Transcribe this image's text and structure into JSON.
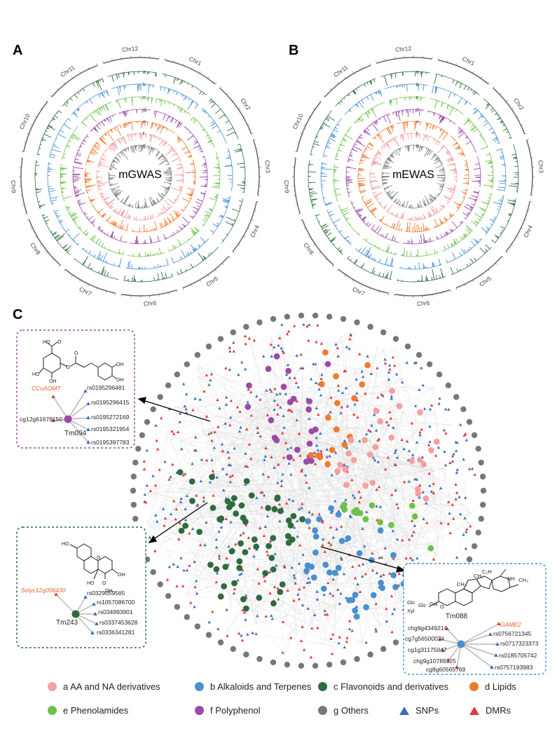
{
  "panels": {
    "a": {
      "letter": "A",
      "center_label": "mGWAS"
    },
    "b": {
      "letter": "B",
      "center_label": "mEWAS"
    },
    "c": {
      "letter": "C"
    }
  },
  "chromosomes": [
    "Chr1",
    "Chr2",
    "Chr3",
    "Chr4",
    "Chr5",
    "Chr6",
    "Chr7",
    "Chr8",
    "Chr9",
    "Chr10",
    "Chr11",
    "Chr12"
  ],
  "track_letters": [
    "a",
    "b",
    "c",
    "d",
    "e",
    "f",
    "g"
  ],
  "colors": {
    "a": "#f4a0a0",
    "b": "#4a90d0",
    "c": "#2e6b3e",
    "d": "#f07a30",
    "e": "#6cc24a",
    "f": "#9b4aa8",
    "g": "#777777",
    "snp": "#3a6fc0",
    "dmr": "#e03a3a",
    "track_order": [
      "#2e6b3e",
      "#4a90d0",
      "#6cc24a",
      "#9b4aa8",
      "#f07a30",
      "#f4a0a0",
      "#888888"
    ]
  },
  "insets": {
    "tm094": {
      "node": "Tm094",
      "gene": "CCoAOMT",
      "dmr": "cg12g61678150",
      "snps": [
        "rs0195296481",
        "rs0195296415",
        "rs0195272169",
        "rs0195321954",
        "rs0195397783"
      ]
    },
    "tm243": {
      "node": "Tm243",
      "gene": "Solyc12g006430",
      "snps": [
        "rs0329059565",
        "rs1057086700",
        "rs03499390​1",
        "rs0337453628",
        "rs0336341281"
      ]
    },
    "tm088": {
      "node": "Tm088",
      "gene": "GAME2",
      "dmrs": [
        "chg9g4349214",
        "cg7g56500024",
        "cg1g31175047",
        "chg9g10789125",
        "cg8g60565769"
      ],
      "snps": [
        "rs0756721345",
        "rs0717323373",
        "rs0185705742",
        "rs0757193983"
      ],
      "molecule_text": [
        "Glc",
        "Xyl",
        "Glc",
        "Gal",
        "O",
        "CH₃",
        "CH₃",
        "CH₃",
        "NH",
        "C₂H"
      ]
    }
  },
  "legend": [
    {
      "key": "a",
      "label": "a  AA and NA derivatives",
      "color": "#f4a0a0",
      "shape": "dot"
    },
    {
      "key": "b",
      "label": "b  Alkaloids and Terpenes",
      "color": "#4a90d0",
      "shape": "dot"
    },
    {
      "key": "c",
      "label": "c  Flavonoids and derivatives",
      "color": "#2e6b3e",
      "shape": "dot"
    },
    {
      "key": "d",
      "label": "d  Lipids",
      "color": "#f07a30",
      "shape": "dot"
    },
    {
      "key": "e",
      "label": "e  Phenolamides",
      "color": "#6cc24a",
      "shape": "dot"
    },
    {
      "key": "f",
      "label": "f  Polyphenol",
      "color": "#9b4aa8",
      "shape": "dot"
    },
    {
      "key": "g",
      "label": "g  Others",
      "color": "#777777",
      "shape": "dot"
    },
    {
      "key": "snp",
      "label": "SNPs",
      "color": "#3a6fc0",
      "shape": "tri"
    },
    {
      "key": "dmr",
      "label": "DMRs",
      "color": "#e03a3a",
      "shape": "tri"
    }
  ]
}
